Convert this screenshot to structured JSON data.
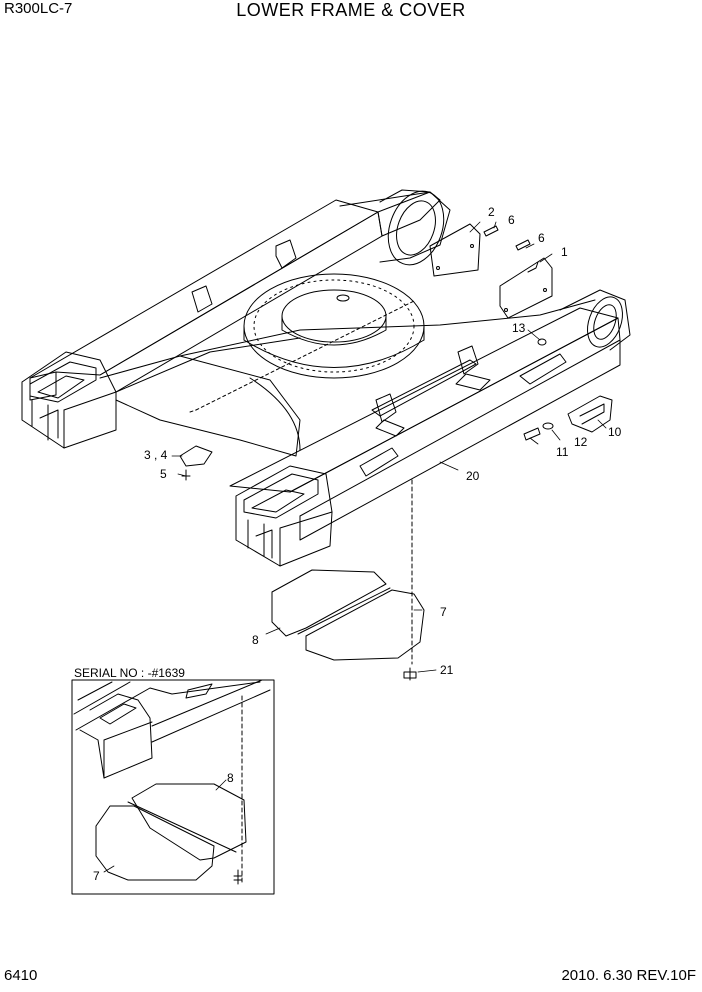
{
  "header": {
    "model": "R300LC-7",
    "title": "LOWER FRAME & COVER"
  },
  "footer": {
    "page_number": "6410",
    "revision": "2010. 6.30  REV.10F"
  },
  "inset": {
    "serial_label": "SERIAL NO : -#1639"
  },
  "callouts": {
    "c1": "1",
    "c2": "2",
    "c6a": "6",
    "c6b": "6",
    "c13": "13",
    "c10": "10",
    "c12": "12",
    "c11": "11",
    "c20": "20",
    "c34": "3 , 4",
    "c5": "5",
    "c7": "7",
    "c8": "8",
    "c21": "21",
    "i8": "8",
    "i7": "7"
  }
}
